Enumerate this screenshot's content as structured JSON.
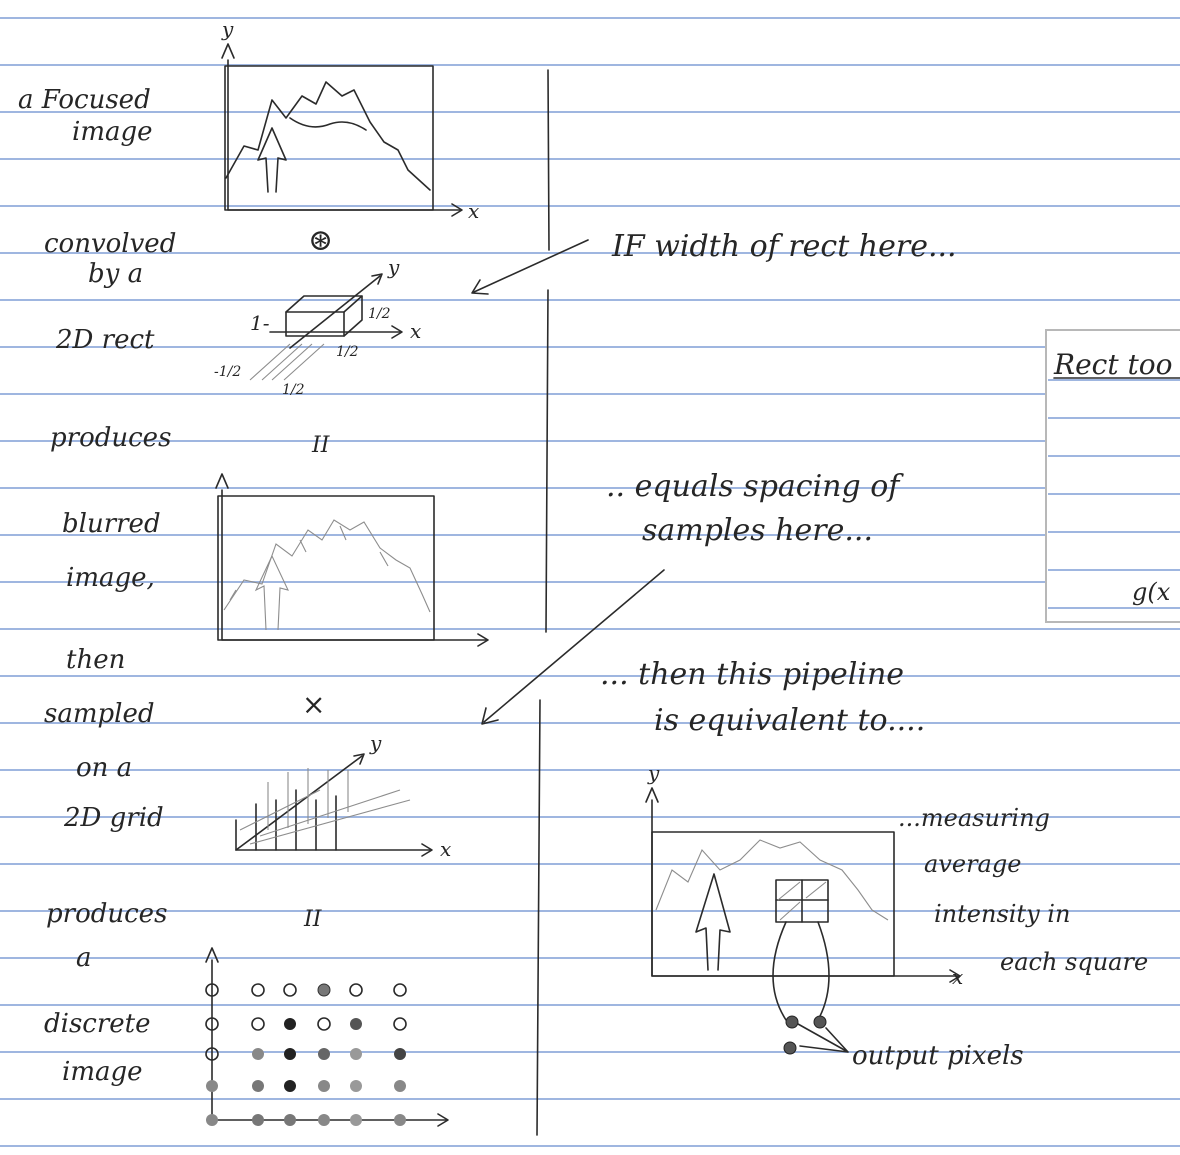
{
  "left_column": {
    "step1": [
      "a Focused",
      "image"
    ],
    "step2": [
      "convolved",
      "by a"
    ],
    "step3": "2D rect",
    "step4": "produces",
    "step5": [
      "blurred",
      "image,"
    ],
    "step6": [
      "then",
      "sampled"
    ],
    "step7": [
      "on a",
      "2D grid"
    ],
    "step8": "produces",
    "step9": [
      "a",
      "discrete",
      "image"
    ]
  },
  "operators": {
    "convolve": "⊛",
    "equals_1": "II",
    "times": "×",
    "equals_2": "II"
  },
  "axes": {
    "x": "x",
    "y": "y",
    "rect_1": "1-",
    "rect_half_pos": "1/2",
    "rect_half_neg": "-1/2"
  },
  "notes": {
    "note1": "IF width of rect here...",
    "note2": [
      ".. equals spacing of",
      "samples here..."
    ],
    "note3": [
      "... then this pipeline",
      "is equivalent to...."
    ],
    "note4": [
      "...measuring",
      "average",
      "intensity in",
      "each square"
    ],
    "note5": "output pixels"
  },
  "inset": {
    "title": "Rect too",
    "caption": "g(x"
  }
}
